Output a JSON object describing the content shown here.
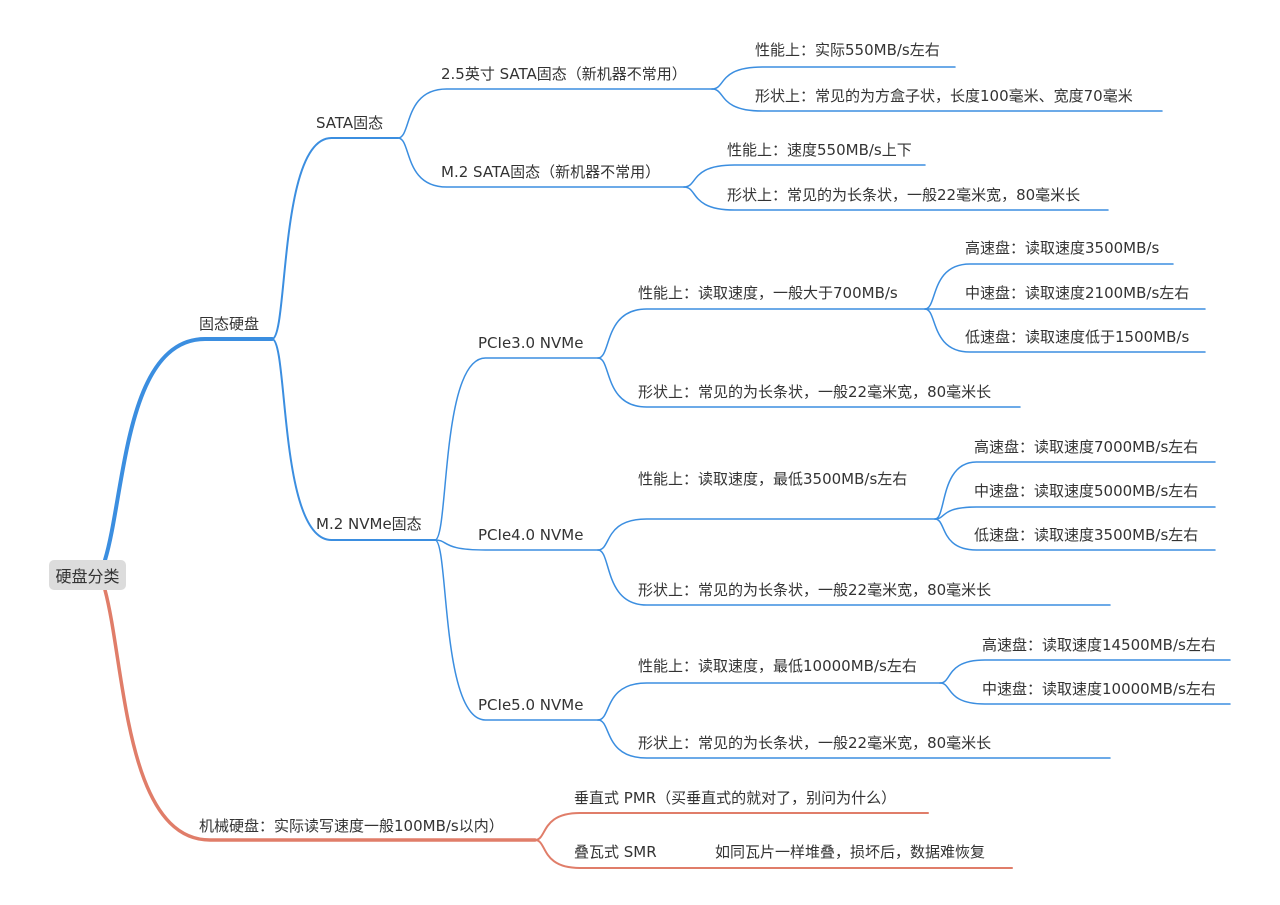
{
  "colors": {
    "ssd": "#3b8ee0",
    "hdd": "#e07d69",
    "root_bg": "#dcdcdc"
  },
  "root": "硬盘分类",
  "nodes": {
    "ssd": "固态硬盘",
    "hdd": "机械硬盘：实际读写速度一般100MB/s以内）",
    "sata": "SATA固态",
    "nvme": "M.2 NVMe固态",
    "sata25": "2.5英寸 SATA固态（新机器不常用）",
    "m2sata": "M.2 SATA固态（新机器不常用）",
    "sata25_perf": "性能上：实际550MB/s左右",
    "sata25_shape": "形状上：常见的为方盒子状，长度100毫米、宽度70毫米",
    "m2sata_perf": "性能上：速度550MB/s上下",
    "m2sata_shape": "形状上：常见的为长条状，一般22毫米宽，80毫米长",
    "p3": "PCIe3.0 NVMe",
    "p4": "PCIe4.0 NVMe",
    "p5": "PCIe5.0 NVMe",
    "p3_perf": "性能上：读取速度，一般大于700MB/s",
    "p3_shape": "形状上：常见的为长条状，一般22毫米宽，80毫米长",
    "p3_high": "高速盘：读取速度3500MB/s",
    "p3_mid": "中速盘：读取速度2100MB/s左右",
    "p3_low": "低速盘：读取速度低于1500MB/s",
    "p4_perf": "性能上：读取速度，最低3500MB/s左右",
    "p4_shape": "形状上：常见的为长条状，一般22毫米宽，80毫米长",
    "p4_high": "高速盘：读取速度7000MB/s左右",
    "p4_mid": "中速盘：读取速度5000MB/s左右",
    "p4_low": "低速盘：读取速度3500MB/s左右",
    "p5_perf": "性能上：读取速度，最低10000MB/s左右",
    "p5_shape": "形状上：常见的为长条状，一般22毫米宽，80毫米长",
    "p5_high": "高速盘：读取速度14500MB/s左右",
    "p5_mid": "中速盘：读取速度10000MB/s左右",
    "pmr": "垂直式 PMR（买垂直式的就对了，别问为什么）",
    "smr": "叠瓦式 SMR",
    "smr_note": "如同瓦片一样堆叠，损坏后，数据难恢复"
  }
}
